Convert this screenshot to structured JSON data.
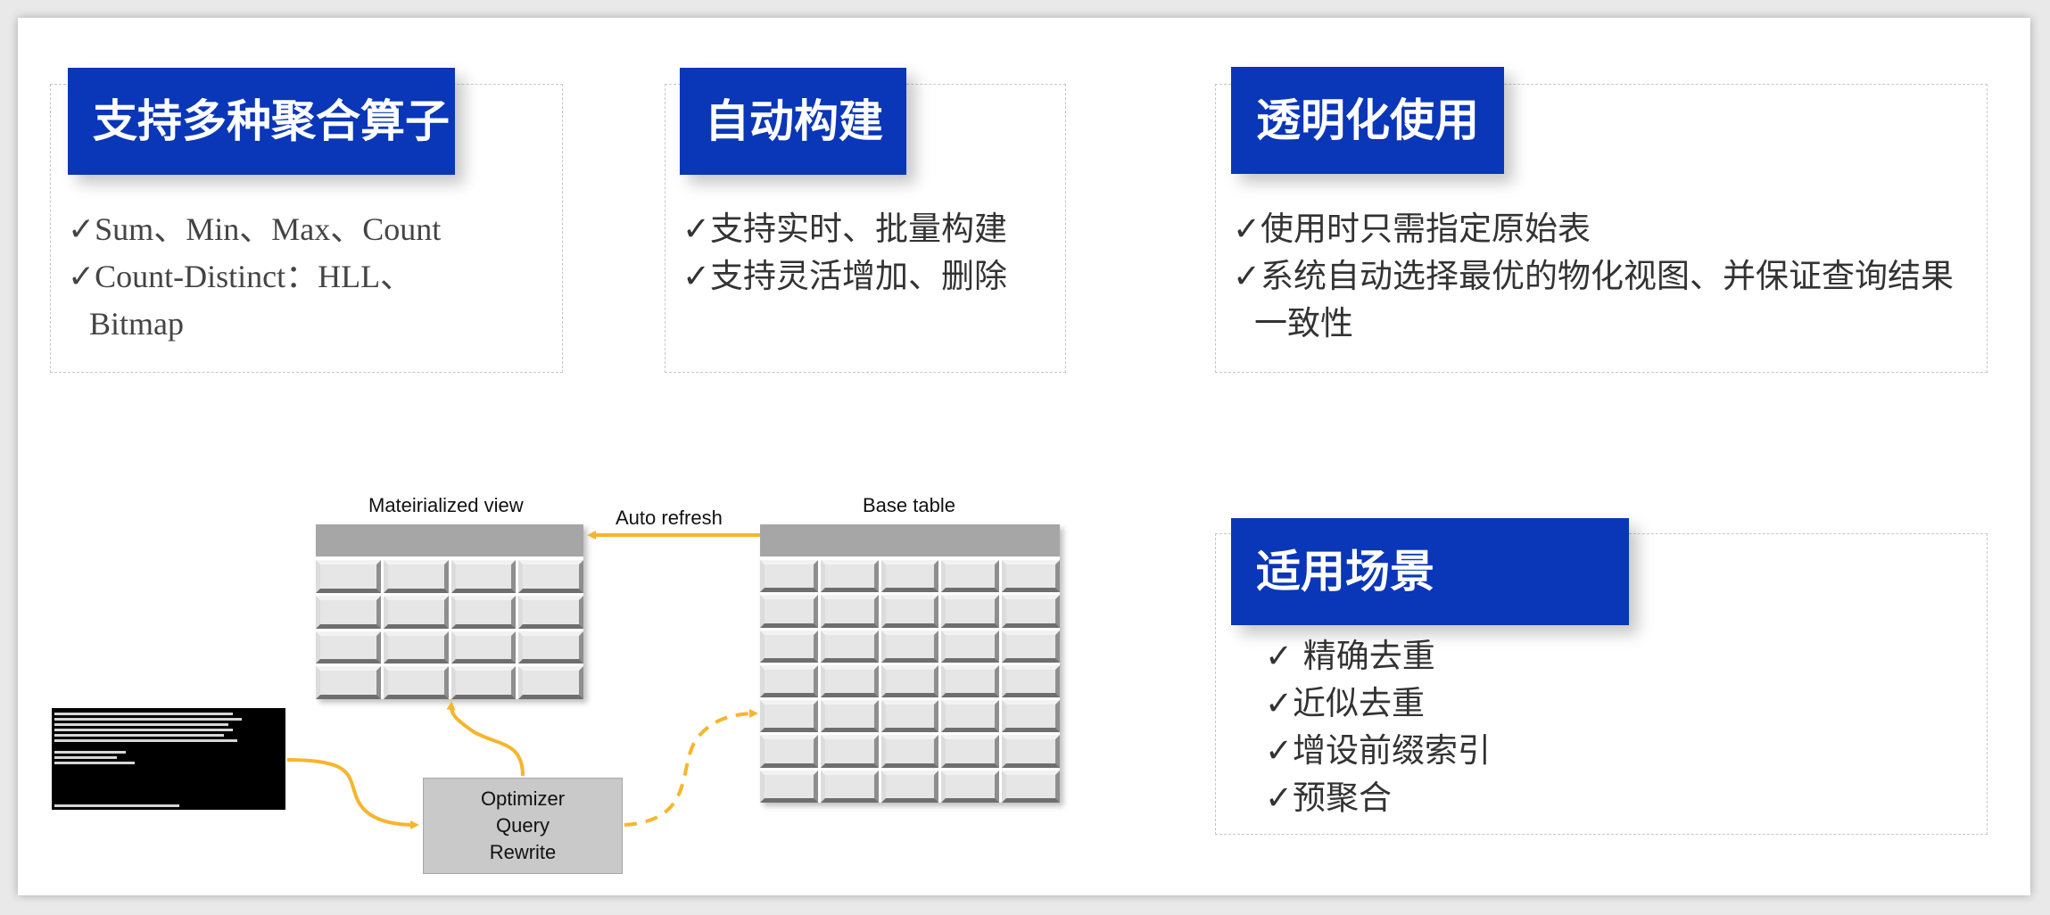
{
  "cards": {
    "operators": {
      "title": "支持多种聚合算子",
      "lines": [
        "✓Sum、Min、Max、Count",
        "✓Count-Distinct：HLL、",
        "Bitmap"
      ]
    },
    "auto_build": {
      "title": "自动构建",
      "lines": [
        "✓支持实时、批量构建",
        "✓支持灵活增加、删除"
      ]
    },
    "transparent": {
      "title": "透明化使用",
      "lines": [
        "✓使用时只需指定原始表",
        "✓系统自动选择最优的物化视图、并保证查询结果",
        "一致性"
      ]
    },
    "scenarios": {
      "title": "适用场景",
      "lines": [
        "✓ 精确去重",
        "✓近似去重",
        "✓增设前缀索引",
        "✓预聚合"
      ]
    }
  },
  "diagram": {
    "mv_label": "Mateirialized view",
    "base_label": "Base table",
    "refresh_label": "Auto refresh",
    "optimizer_lines": [
      "Optimizer",
      "Query",
      "Rewrite"
    ],
    "mv_grid": {
      "rows": 4,
      "cols": 4
    },
    "base_grid": {
      "rows": 7,
      "cols": 5
    }
  },
  "colors": {
    "tag_blue": "#0a36b8",
    "arrow_orange": "#f7b52c",
    "table_gray": "#a6a6a6"
  }
}
